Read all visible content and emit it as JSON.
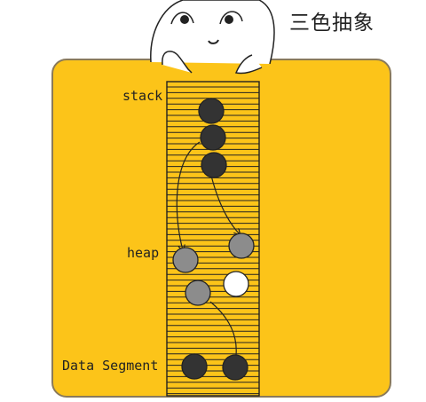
{
  "title": "三色抽象",
  "labels": {
    "stack": "stack",
    "heap": "heap",
    "data_segment": "Data Segment"
  },
  "colors": {
    "panel": "#FCC419",
    "panel_border": "#8a7a5a",
    "black_object": "#333333",
    "gray_object": "#8c8c8c",
    "white_object": "#ffffff",
    "lines": "#222222"
  }
}
